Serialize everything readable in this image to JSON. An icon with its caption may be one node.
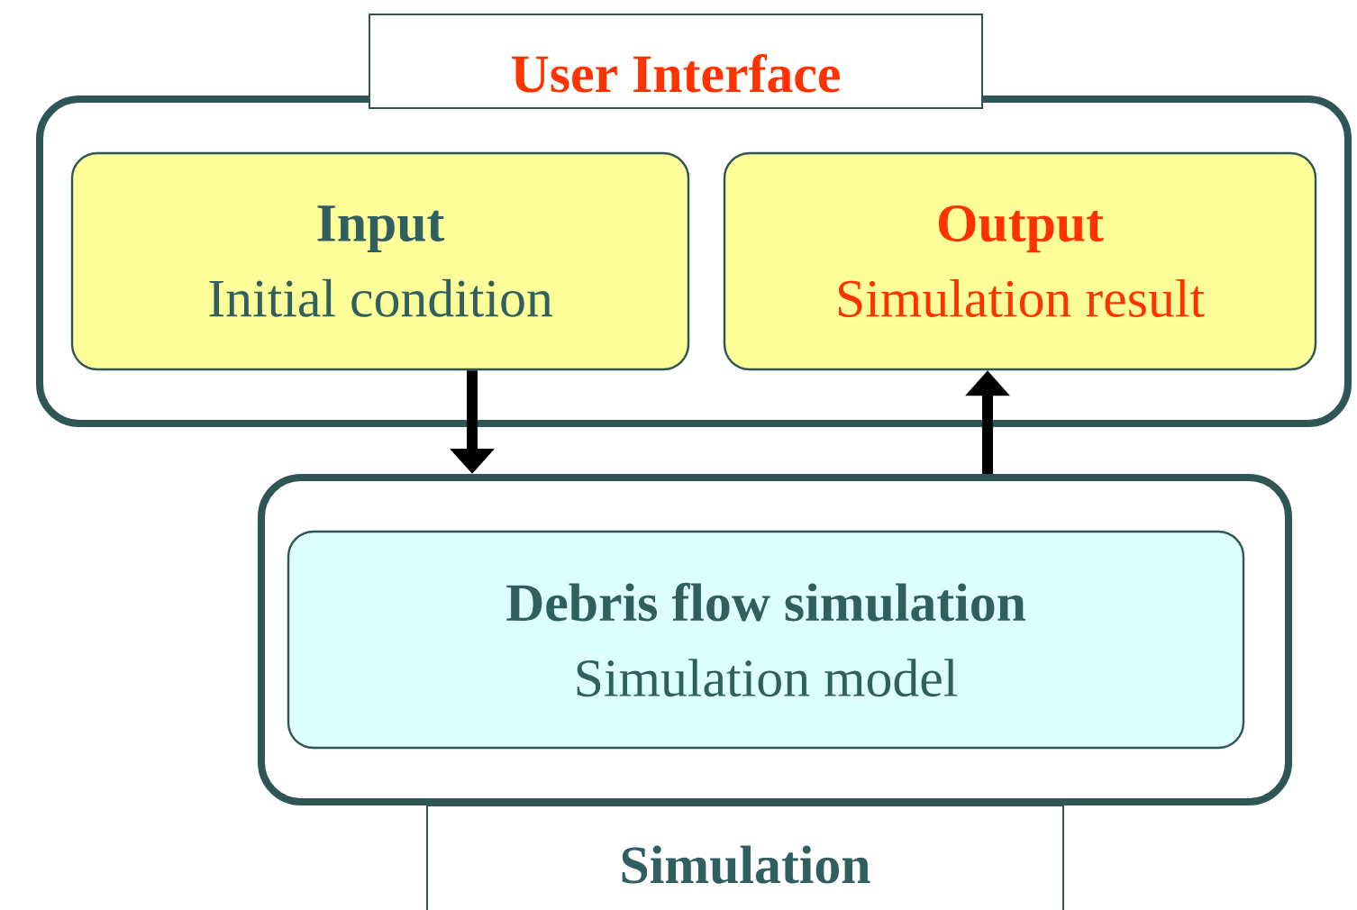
{
  "diagram": {
    "nodes": [
      {
        "text": [
          "User Interface"
        ]
      },
      {
        "text": [
          "Input",
          "Initial condition"
        ],
        "in": 0
      },
      {
        "text": [
          "Output",
          "Simulation result"
        ],
        "in": 0
      },
      {
        "text": [
          "Simulation"
        ]
      },
      {
        "text": [
          "Debris flow simulation",
          "Simulation model"
        ],
        "in": 3
      }
    ],
    "edges": [
      {
        "from": 1,
        "to": 3,
        "arrow": "to"
      },
      {
        "from": 3,
        "to": 2,
        "arrow": "to"
      }
    ]
  }
}
